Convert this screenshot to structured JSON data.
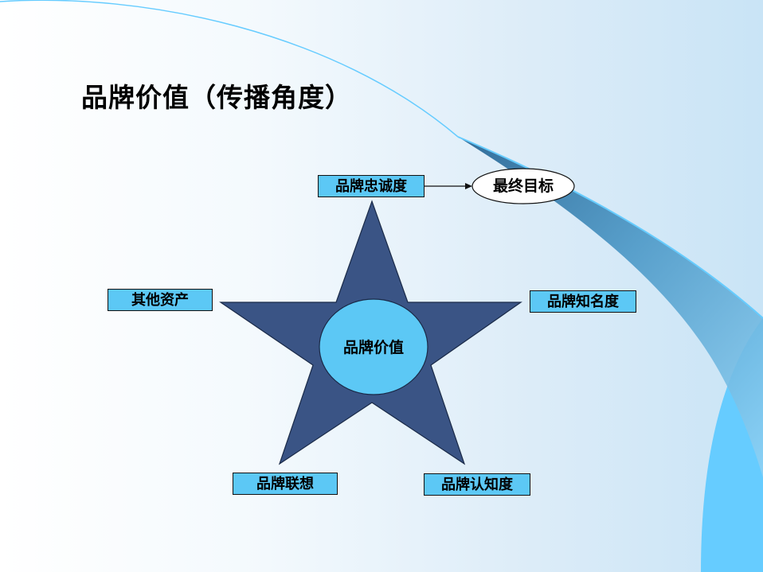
{
  "title": "品牌价值（传播角度）",
  "center": "品牌价值",
  "nodes": {
    "loyalty": "品牌忠诚度",
    "goal": "最终目标",
    "other_assets": "其他资产",
    "awareness": "品牌知名度",
    "association": "品牌联想",
    "perceived_quality": "品牌认知度"
  },
  "colors": {
    "star_fill": "#3a5485",
    "box_fill": "#5cc8f5",
    "center_fill": "#5cc8f5",
    "goal_fill": "#ffffff",
    "arc_accent": "#4a97c6",
    "arc_light": "#66ccff"
  }
}
